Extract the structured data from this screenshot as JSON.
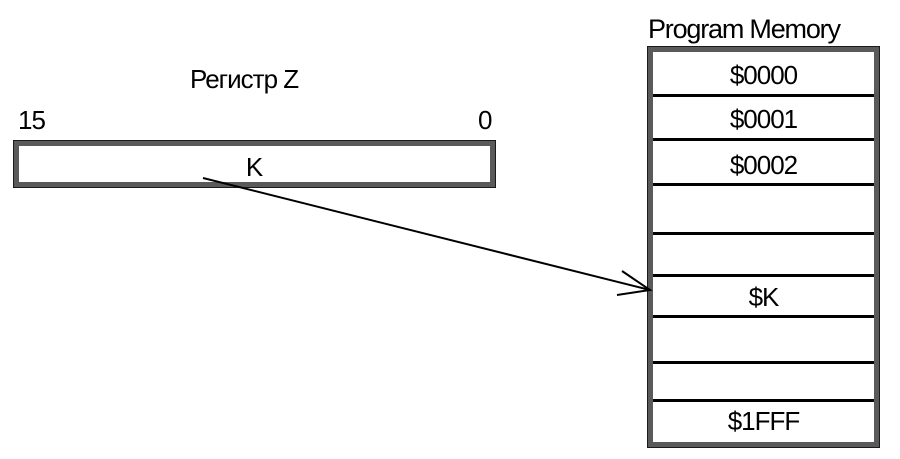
{
  "register": {
    "title": "Регистр Z",
    "bit_high": "15",
    "bit_low": "0",
    "content": "K"
  },
  "memory": {
    "title": "Program Memory",
    "cells": [
      {
        "label": "$0000"
      },
      {
        "label": "$0001"
      },
      {
        "label": "$0002"
      },
      {
        "label": ""
      },
      {
        "label": ""
      },
      {
        "label": "$K"
      },
      {
        "label": ""
      },
      {
        "label": ""
      },
      {
        "label": "$1FFF"
      }
    ]
  },
  "arrow": {
    "from": "register.content",
    "to": "memory.cells.5"
  }
}
